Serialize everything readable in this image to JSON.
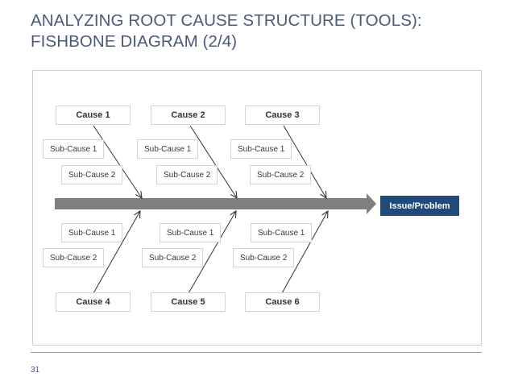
{
  "title": {
    "line1": "ANALYZING ROOT CAUSE STRUCTURE (TOOLS):",
    "line2": "FISHBONE DIAGRAM (2/4)"
  },
  "diagram": {
    "effect": "Issue/Problem",
    "causes_top": [
      {
        "label": "Cause 1",
        "sub1": "Sub-Cause 1",
        "sub2": "Sub-Cause 2"
      },
      {
        "label": "Cause 2",
        "sub1": "Sub-Cause 1",
        "sub2": "Sub-Cause 2"
      },
      {
        "label": "Cause 3",
        "sub1": "Sub-Cause 1",
        "sub2": "Sub-Cause 2"
      }
    ],
    "causes_bottom": [
      {
        "label": "Cause 4",
        "sub1": "Sub-Cause 1",
        "sub2": "Sub-Cause 2"
      },
      {
        "label": "Cause 5",
        "sub1": "Sub-Cause 1",
        "sub2": "Sub-Cause 2"
      },
      {
        "label": "Cause 6",
        "sub1": "Sub-Cause 1",
        "sub2": "Sub-Cause 2"
      }
    ]
  },
  "footer": {
    "page_number": "31"
  },
  "colors": {
    "title": "#4a5a7a",
    "spine": "#7f7f7f",
    "issue_fill": "#1f4a7a",
    "box_border": "#d4d4d4"
  }
}
